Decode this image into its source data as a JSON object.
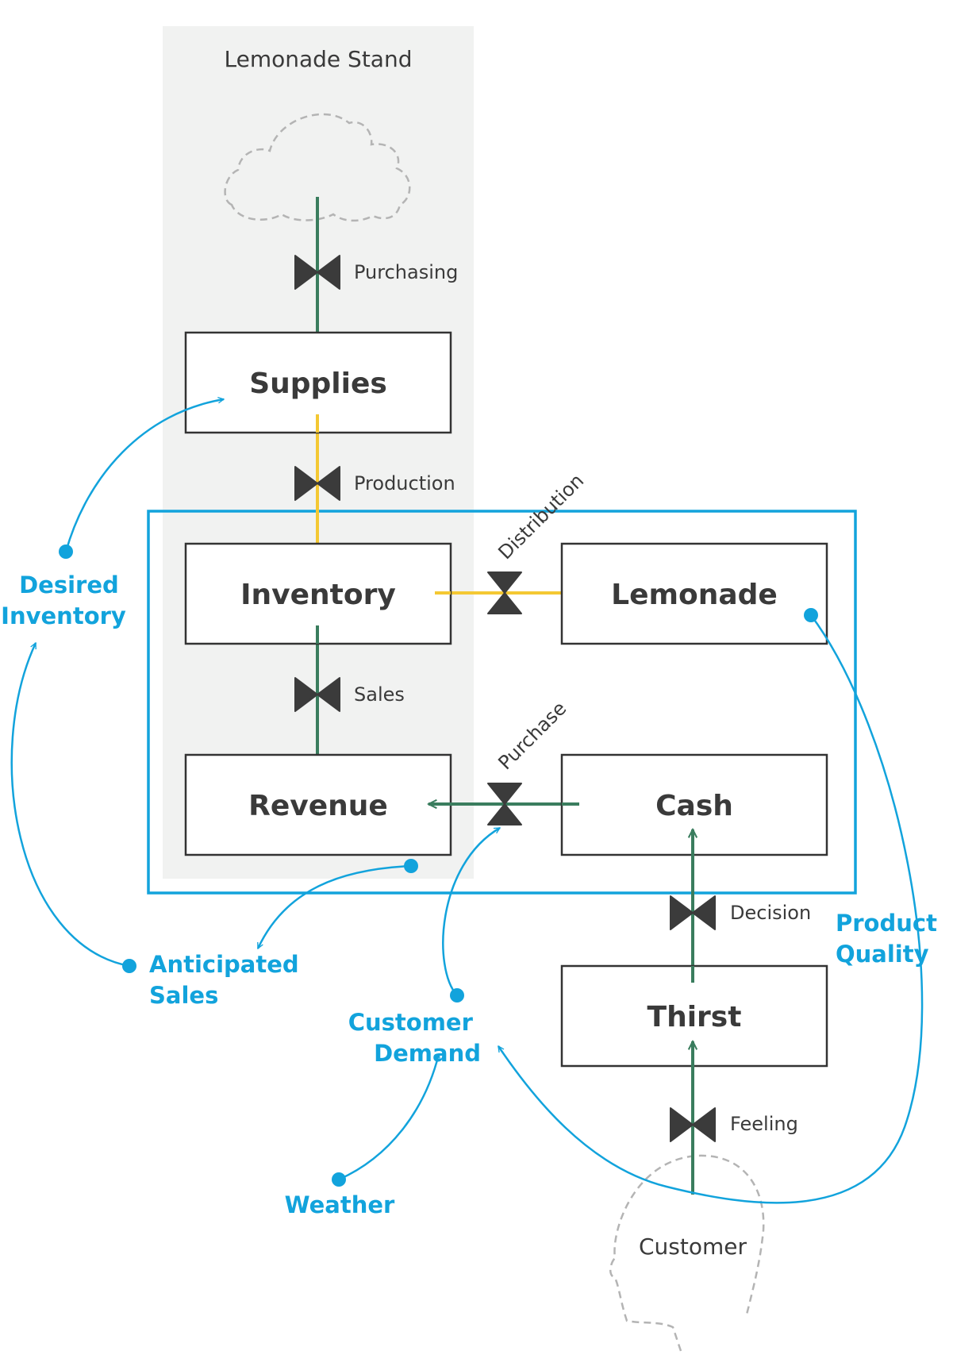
{
  "title": "Lemonade Stand",
  "stocks": {
    "supplies": "Supplies",
    "inventory": "Inventory",
    "lemonade": "Lemonade",
    "revenue": "Revenue",
    "cash": "Cash",
    "thirst": "Thirst"
  },
  "flows": {
    "purchasing": "Purchasing",
    "production": "Production",
    "distribution": "Distribution",
    "sales": "Sales",
    "purchase": "Purchase",
    "decision": "Decision",
    "feeling": "Feeling"
  },
  "auxiliaries": {
    "desired_inventory": [
      "Desired",
      "Inventory"
    ],
    "anticipated_sales": [
      "Anticipated",
      "Sales"
    ],
    "customer_demand": [
      "Customer",
      "Demand"
    ],
    "weather": "Weather",
    "product_quality": [
      "Product",
      "Quality"
    ]
  },
  "customer": "Customer",
  "colors": {
    "stand_background": "#f1f2f1",
    "stock_border": "#333333",
    "green_flow": "#3a7d5e",
    "yellow_flow": "#f4c833",
    "valve": "#3b3b3b",
    "influence": "#12a3dc",
    "boundary": "#12a3dc",
    "dashed": "#b4b4b4"
  }
}
